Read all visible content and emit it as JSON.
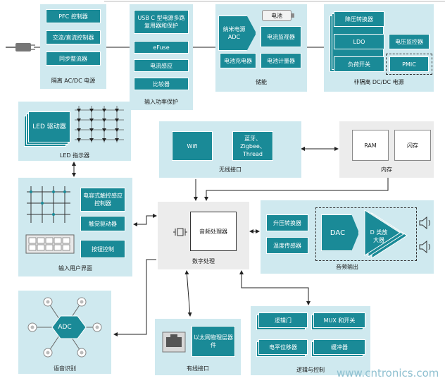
{
  "ac_dc": {
    "items": [
      "PFC 控制器",
      "交流/直流控制器",
      "同步整流器"
    ],
    "caption": "隔离 AC/DC 电源"
  },
  "input_protection": {
    "items": [
      "USB C 型电源多路复用器和保护",
      "eFuse",
      "电流感应",
      "比较器"
    ],
    "caption": "输入功率保护"
  },
  "energy_storage": {
    "items": [
      "纳米电源 ADC",
      "电池",
      "电流监视器",
      "电池充电器",
      "电池计量器"
    ],
    "caption": "储能"
  },
  "non_isolated_dcdc": {
    "items": [
      "降压转换器",
      "LDO",
      "电压监控器",
      "负荷开关",
      "PMIC"
    ],
    "caption": "非隔离 DC/DC 电源"
  },
  "led": {
    "driver": "LED 驱动器",
    "caption": "LED 指示器"
  },
  "wireless": {
    "items": [
      "Wifi",
      "蓝牙、Zigbee、Thread"
    ],
    "caption": "无线接口"
  },
  "memory": {
    "items": [
      "RAM",
      "闪存"
    ],
    "caption": "内存"
  },
  "user_input": {
    "items": [
      "电容式触控感应控制器",
      "触觉驱动器",
      "按钮控制"
    ],
    "caption": "输入用户界面"
  },
  "digital": {
    "processor": "音频处理器",
    "caption": "数字处理"
  },
  "audio_output": {
    "items": [
      "升压转换器",
      "温度传感器",
      "DAC",
      "D 类放大器"
    ],
    "caption": "音频输出"
  },
  "voice": {
    "adc": "ADC",
    "caption": "语音识别"
  },
  "wired": {
    "phy": "以太网物理层器件",
    "caption": "有线接口"
  },
  "logic": {
    "items": [
      "逻辑门",
      "MUX 和开关",
      "电平位移器",
      "缓冲器"
    ],
    "caption": "逻辑与控制"
  },
  "watermark": "www.cntronics.com",
  "colors": {
    "block": "#1a8a97",
    "panel": "#cfe9ef",
    "panel_grey": "#ececec"
  }
}
